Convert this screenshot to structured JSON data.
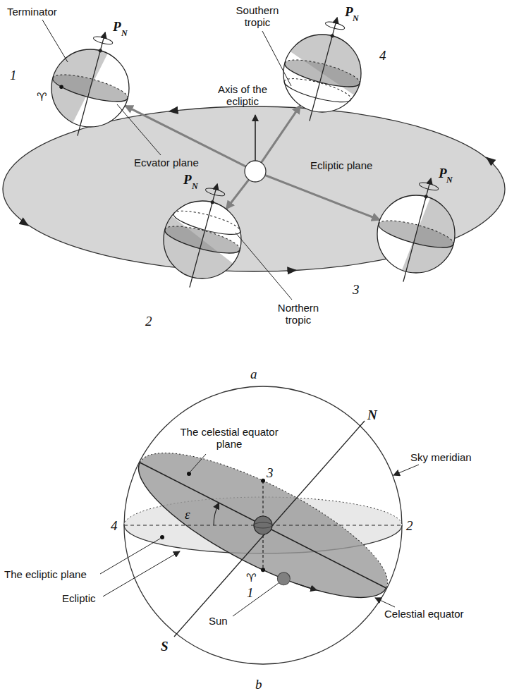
{
  "diagram": {
    "labels": [
      "Terminator",
      "P",
      "N",
      "1",
      "Southern tropic",
      "P",
      "N",
      "4",
      "Axis of the ecliptic",
      "♈",
      "Ecvator plane",
      "Ecliptic plane",
      "P",
      "N",
      "P",
      "N",
      "2",
      "3",
      "Northern tropic",
      "a",
      "N",
      "The celestial equator plane",
      "Sky meridian",
      "3",
      "ε",
      "4",
      "2",
      "The ecliptic plane",
      "♈",
      "1",
      "Ecliptic",
      "Sun",
      "Celestial equator",
      "S",
      "b"
    ]
  }
}
